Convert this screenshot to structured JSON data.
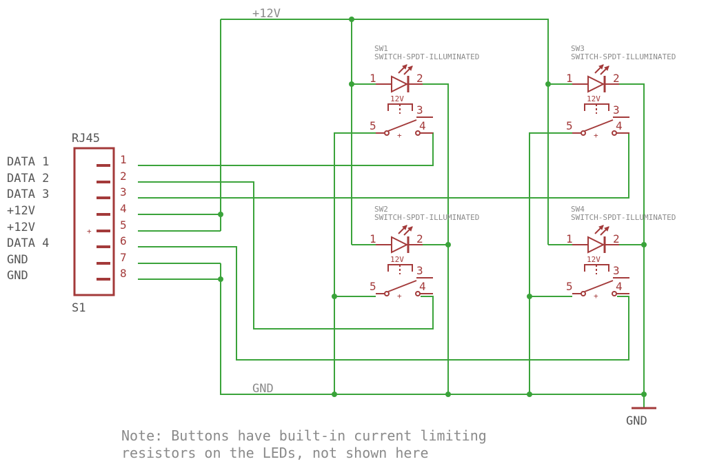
{
  "connector": {
    "name": "RJ45",
    "ref": "S1",
    "pins": [
      "1",
      "2",
      "3",
      "4",
      "5",
      "6",
      "7",
      "8"
    ],
    "signals": [
      "DATA 1",
      "DATA 2",
      "DATA 3",
      "+12V",
      "+12V",
      "DATA 4",
      "GND",
      "GND"
    ]
  },
  "nets": {
    "vcc": "+12V",
    "gnd": "GND",
    "gnd_symbol": "GND"
  },
  "switches": [
    {
      "ref": "SW1",
      "value": "SWITCH-SPDT-ILLUMINATED",
      "led_label": "12V",
      "pins": [
        "1",
        "2",
        "3",
        "4",
        "5"
      ]
    },
    {
      "ref": "SW2",
      "value": "SWITCH-SPDT-ILLUMINATED",
      "led_label": "12V",
      "pins": [
        "1",
        "2",
        "3",
        "4",
        "5"
      ]
    },
    {
      "ref": "SW3",
      "value": "SWITCH-SPDT-ILLUMINATED",
      "led_label": "12V",
      "pins": [
        "1",
        "2",
        "3",
        "4",
        "5"
      ]
    },
    {
      "ref": "SW4",
      "value": "SWITCH-SPDT-ILLUMINATED",
      "led_label": "12V",
      "pins": [
        "1",
        "2",
        "3",
        "4",
        "5"
      ]
    }
  ],
  "note": {
    "line1": "Note: Buttons have built-in current limiting",
    "line2": "resistors on the LEDs, not shown here"
  },
  "colors": {
    "wire": "#3aa33a",
    "part": "#a33a3a",
    "label": "#8a8a8a"
  }
}
